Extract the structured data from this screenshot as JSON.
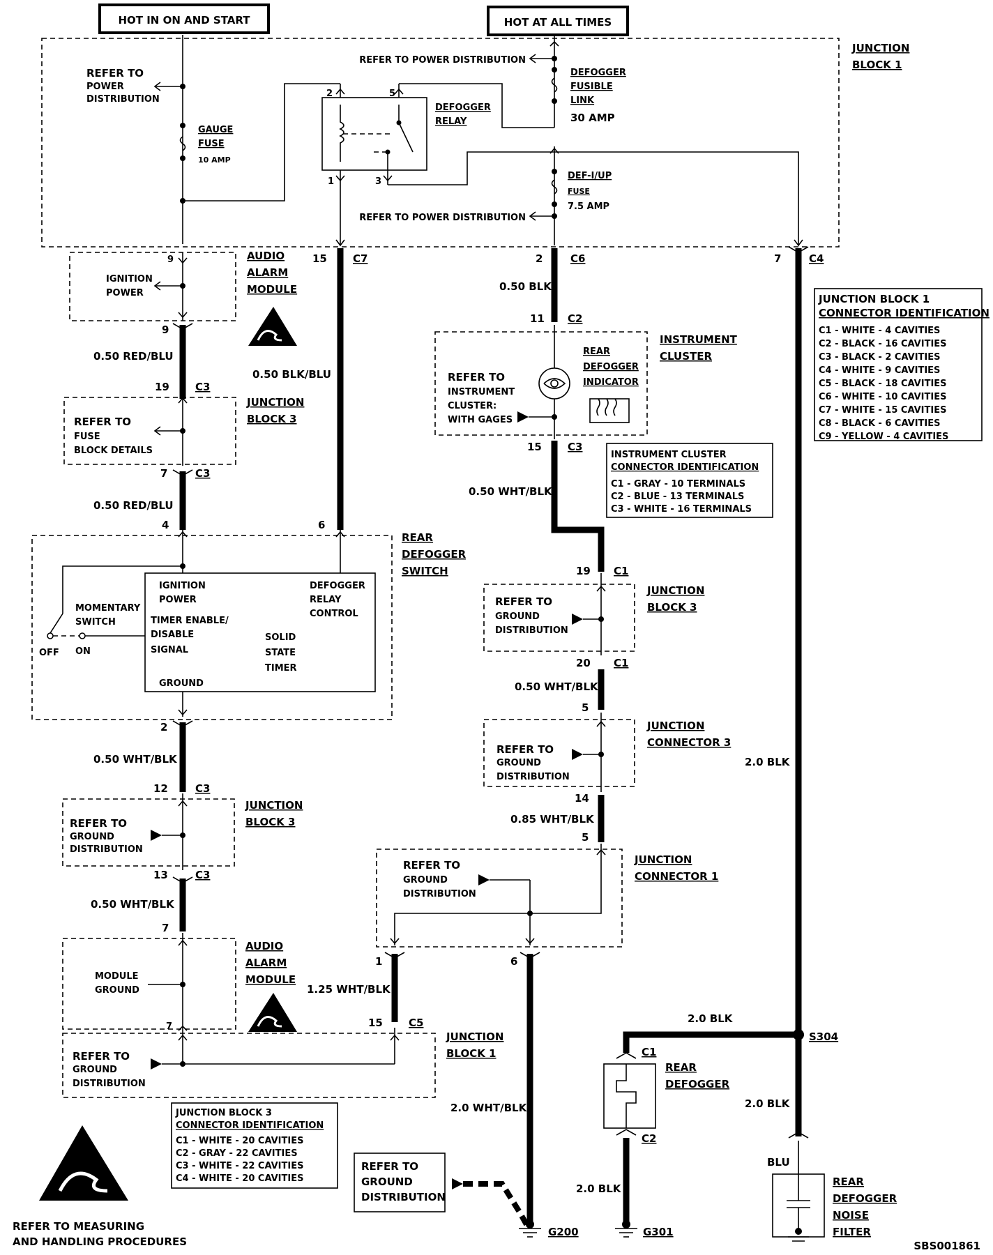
{
  "header": {
    "hot_in_on_and_start": "HOT IN ON AND START",
    "hot_at_all_times": "HOT AT ALL TIMES"
  },
  "junction_block_1": {
    "title_line1": "JUNCTION",
    "title_line2": "BLOCK 1",
    "refer_power_top": "REFER TO POWER DISTRIBUTION",
    "refer_power_left": [
      "REFER TO",
      "POWER",
      "DISTRIBUTION"
    ],
    "gauge_fuse": [
      "GAUGE",
      "FUSE",
      "10 AMP"
    ],
    "defogger_relay": [
      "DEFOGGER",
      "RELAY"
    ],
    "relay_pins": [
      "2",
      "5",
      "1",
      "3"
    ],
    "fusible_link": [
      "DEFOGGER",
      "FUSIBLE",
      "LINK",
      "30 AMP"
    ],
    "def_iup_fuse": [
      "DEF-I/UP",
      "FUSE",
      "7.5 AMP"
    ],
    "refer_power_bottom": "REFER TO POWER DISTRIBUTION"
  },
  "connectors": {
    "c9": "9",
    "c7_num": "15",
    "c7": "C7",
    "c6_num": "2",
    "c6": "C6",
    "c4_num": "7",
    "c4": "C4"
  },
  "audio_alarm_top": {
    "label": [
      "IGNITION",
      "POWER"
    ],
    "title": [
      "AUDIO",
      "ALARM",
      "MODULE"
    ],
    "pin_out": "9"
  },
  "wires": {
    "red_blu_1": "0.50 RED/BLU",
    "blk_blu": "0.50 BLK/BLU",
    "blk_c6": "0.50 BLK",
    "red_blu_2": "0.50 RED/BLU",
    "wht_blk_ic": "0.50 WHT/BLK",
    "wht_blk_jb3": "0.50 WHT/BLK",
    "wht_blk_2": "0.50 WHT/BLK",
    "wht_blk_3": "0.50 WHT/BLK",
    "wht_blk_085": "0.85  WHT/BLK",
    "wht_blk_125": "1.25 WHT/BLK",
    "wht_blk_20": "2.0 WHT/BLK",
    "blk_20_a": "2.0 BLK",
    "blk_20_b": "2.0 BLK",
    "blk_20_c": "2.0 BLK",
    "blk_20_d": "2.0 BLK",
    "blu": "BLU"
  },
  "jb3_fuse": {
    "pin_top": "19",
    "conn_top": "C3",
    "label": [
      "REFER TO",
      "FUSE",
      "BLOCK DETAILS"
    ],
    "title": [
      "JUNCTION",
      "BLOCK 3"
    ],
    "pin_bot": "7",
    "conn_bot": "C3"
  },
  "instrument_cluster": {
    "pin_top": "11",
    "conn_top": "C2",
    "title": [
      "INSTRUMENT",
      "CLUSTER"
    ],
    "refer": [
      "REFER TO",
      "INSTRUMENT",
      "CLUSTER:",
      "WITH GAGES"
    ],
    "indicator": [
      "REAR",
      "DEFOGGER",
      "INDICATOR"
    ],
    "pin_bot": "15",
    "conn_bot": "C3"
  },
  "ic_connector_id": {
    "title": [
      "INSTRUMENT CLUSTER",
      "CONNECTOR IDENTIFICATION"
    ],
    "rows": [
      "C1 - GRAY - 10 TERMINALS",
      "C2 - BLUE - 13 TERMINALS",
      "C3 - WHITE - 16 TERMINALS"
    ]
  },
  "jb1_connector_id": {
    "title": [
      "JUNCTION BLOCK 1",
      "CONNECTOR IDENTIFICATION"
    ],
    "rows": [
      "C1 - WHITE - 4 CAVITIES",
      "C2 - BLACK - 16 CAVITIES",
      "C3 - BLACK - 2 CAVITIES",
      "C4 - WHITE - 9 CAVITIES",
      "C5 - BLACK - 18 CAVITIES",
      "C6 - WHITE - 10 CAVITIES",
      "C7 - WHITE - 15 CAVITIES",
      "C8 - BLACK - 6 CAVITIES",
      "C9 - YELLOW - 4 CAVITIES"
    ]
  },
  "rear_defogger_switch": {
    "pin_4": "4",
    "pin_6": "6",
    "title": [
      "REAR",
      "DEFOGGER",
      "SWITCH"
    ],
    "momentary": [
      "MOMENTARY",
      "SWITCH"
    ],
    "off": "OFF",
    "on": "ON",
    "ignition": [
      "IGNITION",
      "POWER"
    ],
    "relay_control": [
      "DEFOGGER",
      "RELAY",
      "CONTROL"
    ],
    "timer": [
      "TIMER ENABLE/",
      "DISABLE",
      "SIGNAL"
    ],
    "solid_state": [
      "SOLID",
      "STATE",
      "TIMER"
    ],
    "ground": "GROUND",
    "pin_2": "2"
  },
  "jb3_ground_right": {
    "pin_top": "19",
    "conn_top": "C1",
    "label": [
      "REFER TO",
      "GROUND",
      "DISTRIBUTION"
    ],
    "title": [
      "JUNCTION",
      "BLOCK 3"
    ],
    "pin_bot": "20",
    "conn_bot": "C1"
  },
  "jc3": {
    "pin_top": "5",
    "label": [
      "REFER TO",
      "GROUND",
      "DISTRIBUTION"
    ],
    "title": [
      "JUNCTION",
      "CONNECTOR 3"
    ],
    "pin_bot": "14"
  },
  "jb3_ground_left": {
    "pin_top": "12",
    "conn_top": "C3",
    "label": [
      "REFER TO",
      "GROUND",
      "DISTRIBUTION"
    ],
    "title": [
      "JUNCTION",
      "BLOCK 3"
    ],
    "pin_bot": "13",
    "conn_bot": "C3"
  },
  "jc1": {
    "pin_top": "5",
    "label": [
      "REFER TO",
      "GROUND",
      "DISTRIBUTION"
    ],
    "title": [
      "JUNCTION",
      "CONNECTOR 1"
    ],
    "pin_1": "1",
    "pin_6": "6"
  },
  "audio_alarm_bottom": {
    "pin_top": "7",
    "label": [
      "MODULE",
      "GROUND"
    ],
    "title": [
      "AUDIO",
      "ALARM",
      "MODULE"
    ],
    "pin_bot": "7"
  },
  "jb1_ground": {
    "pin": "15",
    "conn": "C5",
    "label": [
      "REFER TO",
      "GROUND",
      "DISTRIBUTION"
    ],
    "title": [
      "JUNCTION",
      "BLOCK 1"
    ]
  },
  "rear_defogger": {
    "s304": "S304",
    "c1": "C1",
    "c2": "C2",
    "title": [
      "REAR",
      "DEFOGGER"
    ]
  },
  "noise_filter": {
    "title": [
      "REAR",
      "DEFOGGER",
      "NOISE",
      "FILTER"
    ]
  },
  "jb3_connector_id": {
    "title": [
      "JUNCTION BLOCK 3",
      "CONNECTOR IDENTIFICATION"
    ],
    "rows": [
      "C1 - WHITE - 20 CAVITIES",
      "C2 - GRAY - 22 CAVITIES",
      "C3 - WHITE - 22 CAVITIES",
      "C4 - WHITE - 20 CAVITIES"
    ]
  },
  "ground_refer": [
    "REFER TO",
    "GROUND",
    "DISTRIBUTION"
  ],
  "grounds": {
    "g200": "G200",
    "g301": "G301"
  },
  "esd_note": [
    "REFER TO  MEASURING",
    "AND HANDLING PROCEDURES"
  ],
  "doc_id": "SBS001861"
}
